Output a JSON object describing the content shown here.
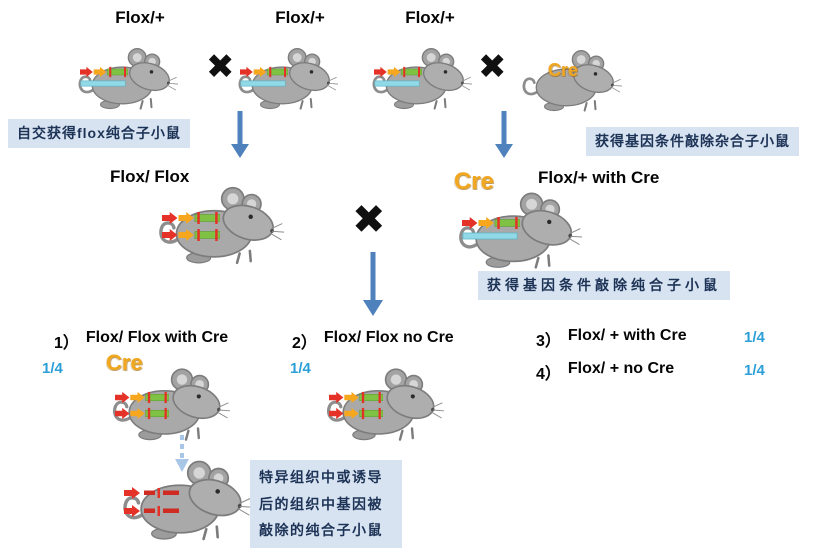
{
  "labels": {
    "cross": "✖",
    "cre": "Cre"
  },
  "top_row": {
    "parent1": "Flox/+",
    "parent2": "Flox/+",
    "parent3": "Flox/+"
  },
  "mid_row": {
    "flox_flox": "Flox/ Flox",
    "flox_het_cre": "Flox/+ with Cre"
  },
  "notes": {
    "left": "自交获得flox纯合子小鼠",
    "right": "获得基因条件敲除杂合子小鼠",
    "middle": "获得基因条件敲除纯合子小鼠",
    "final": "特异组织中或诱导后的组织中基因被敲除的纯合子小鼠"
  },
  "offspring": {
    "items": [
      {
        "num": "1）",
        "label": "Flox/ Flox with Cre",
        "fraction": "1/4"
      },
      {
        "num": "2）",
        "label": "Flox/ Flox no Cre",
        "fraction": "1/4"
      },
      {
        "num": "3）",
        "label": "Flox/ + with Cre",
        "fraction": "1/4"
      },
      {
        "num": "4）",
        "label": "Flox/ + no Cre",
        "fraction": "1/4"
      }
    ]
  }
}
